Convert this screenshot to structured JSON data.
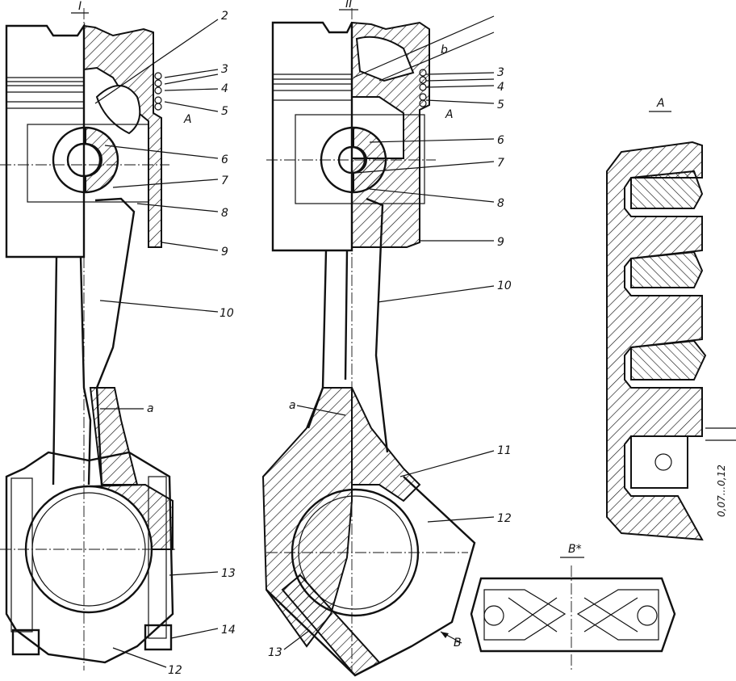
{
  "views": {
    "view1": "I",
    "view2": "II",
    "detailA": "A",
    "viewB": "B*"
  },
  "callouts": {
    "c2": "2",
    "c3": "3",
    "c4": "4",
    "c5": "5",
    "cA": "A",
    "c6": "6",
    "c7": "7",
    "c8": "8",
    "c9": "9",
    "c10": "10",
    "c11": "11",
    "c12": "12",
    "c13": "13",
    "c14": "14",
    "ca": "a",
    "cb": "b",
    "cB": "B"
  },
  "dimension": "0,07...0,12",
  "colors": {
    "line": "#111111",
    "paper": "#ffffff"
  }
}
